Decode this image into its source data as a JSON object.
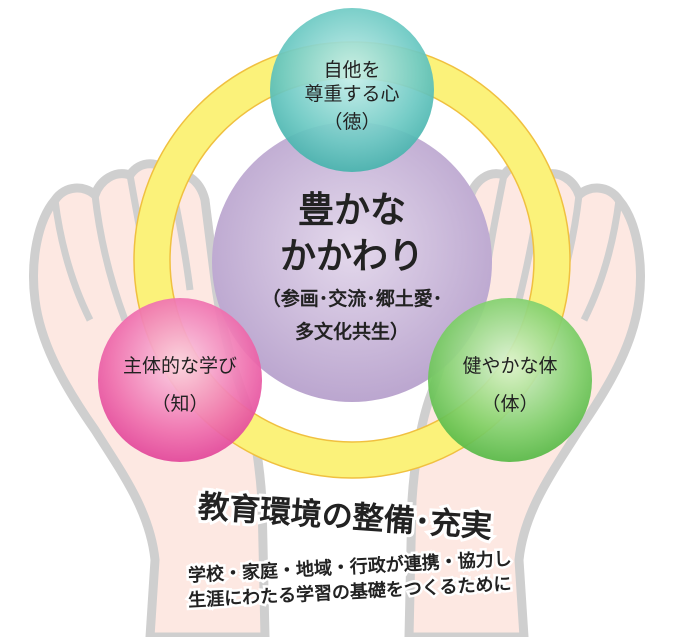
{
  "center": {
    "line1": "豊かな",
    "line2": "かかわり",
    "line3": "（参画･交流･郷土愛･",
    "line4": "多文化共生）"
  },
  "top_circle": {
    "line1": "自他を",
    "line2": "尊重する心",
    "line3": "（徳）",
    "color": "#6cc9c3"
  },
  "left_circle": {
    "line1": "主体的な学び",
    "line2": "（知）",
    "color": "#ef6fae"
  },
  "right_circle": {
    "line1": "健やかな体",
    "line2": "（体）",
    "color": "#7fcf6a"
  },
  "bottom": {
    "title": "教育環境の整備･充実",
    "sub1": "学校・家庭・地域・行政が連携・協力し",
    "sub2": "生涯にわたる学習の基礎をつくるために"
  },
  "colors": {
    "ring": "#fbf27a",
    "center": "#cbb9d9",
    "hands_fill": "#fde8e2",
    "hands_outline": "#cfcfcf"
  }
}
